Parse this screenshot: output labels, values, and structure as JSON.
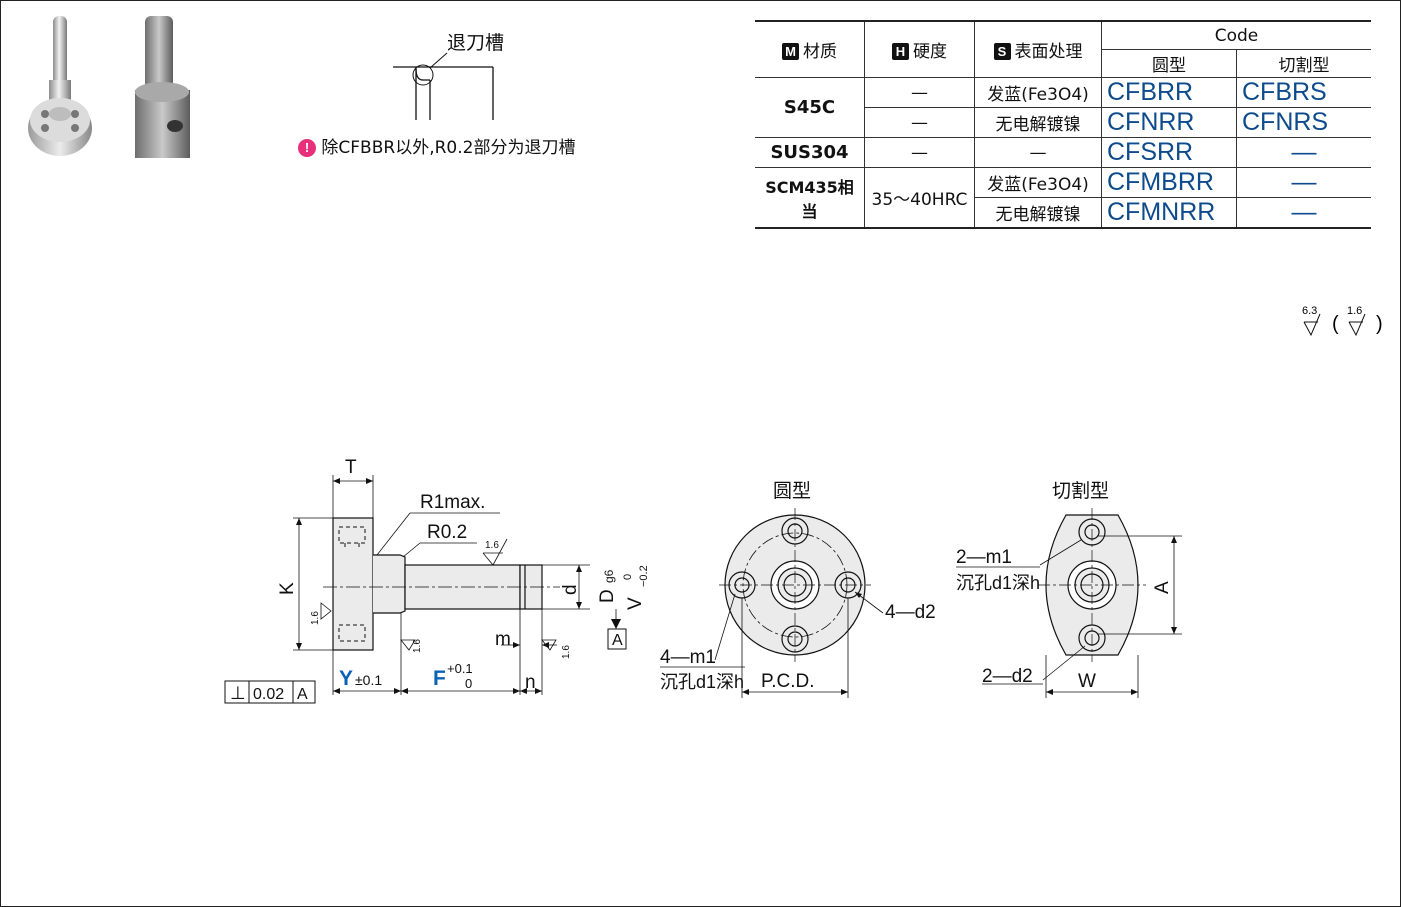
{
  "photos": {
    "round": "round-type-photo",
    "cut": "cut-type-photo"
  },
  "groove": {
    "label": "退刀槽"
  },
  "note": {
    "text": "除CFBBR以外,R0.2部分为退刀槽"
  },
  "table": {
    "headers": {
      "material": "材质",
      "hardness": "硬度",
      "surface": "表面处理",
      "code": "Code",
      "round": "圆型",
      "cut": "切割型",
      "m": "M",
      "h": "H",
      "s": "S"
    },
    "rows": [
      {
        "material": "S45C",
        "hardness": "—",
        "surface": "发蓝(Fe3O4)",
        "round": "CFBRR",
        "cut": "CFBRS"
      },
      {
        "hardness": "—",
        "surface": "无电解镀镍",
        "round": "CFNRR",
        "cut": "CFNRS"
      },
      {
        "material": "SUS304",
        "hardness": "—",
        "surface": "—",
        "round": "CFSRR",
        "cut": "—"
      },
      {
        "material": "SCM435相当",
        "hardness": "35～40HRC",
        "surface": "发蓝(Fe3O4)",
        "round": "CFMBRR",
        "cut": "—"
      },
      {
        "surface": "无电解镀镍",
        "round": "CFMNRR",
        "cut": "—"
      }
    ]
  },
  "roughness": {
    "main": "6.3",
    "secondary": "1.6"
  },
  "drawing": {
    "T": "T",
    "K": "K",
    "R1": "R1max.",
    "R02": "R0.2",
    "rough": "1.6",
    "d": "d",
    "D": "D",
    "g6": "g6",
    "Vtol": "V",
    "tol0": "0",
    "tolneg": "−0.2",
    "m": "m",
    "n": "n",
    "A": "A",
    "Y": "Y",
    "Ytol": "±0.1",
    "F": "F",
    "Fup": "+0.1",
    "Flow": "0",
    "perp": "⊥",
    "perpVal": "0.02",
    "perpRef": "A",
    "roundTitle": "圆型",
    "cutTitle": "切割型",
    "m1_4": "4—m1",
    "sink": "沉孔d1深h",
    "d2_4": "4—d2",
    "pcd": "P.C.D.",
    "m1_2": "2—m1",
    "d2_2": "2—d2",
    "W": "W",
    "Adim": "A"
  },
  "colors": {
    "code": "#0d4b8c",
    "warn": "#e8307a",
    "accent": "#0a63b5"
  }
}
